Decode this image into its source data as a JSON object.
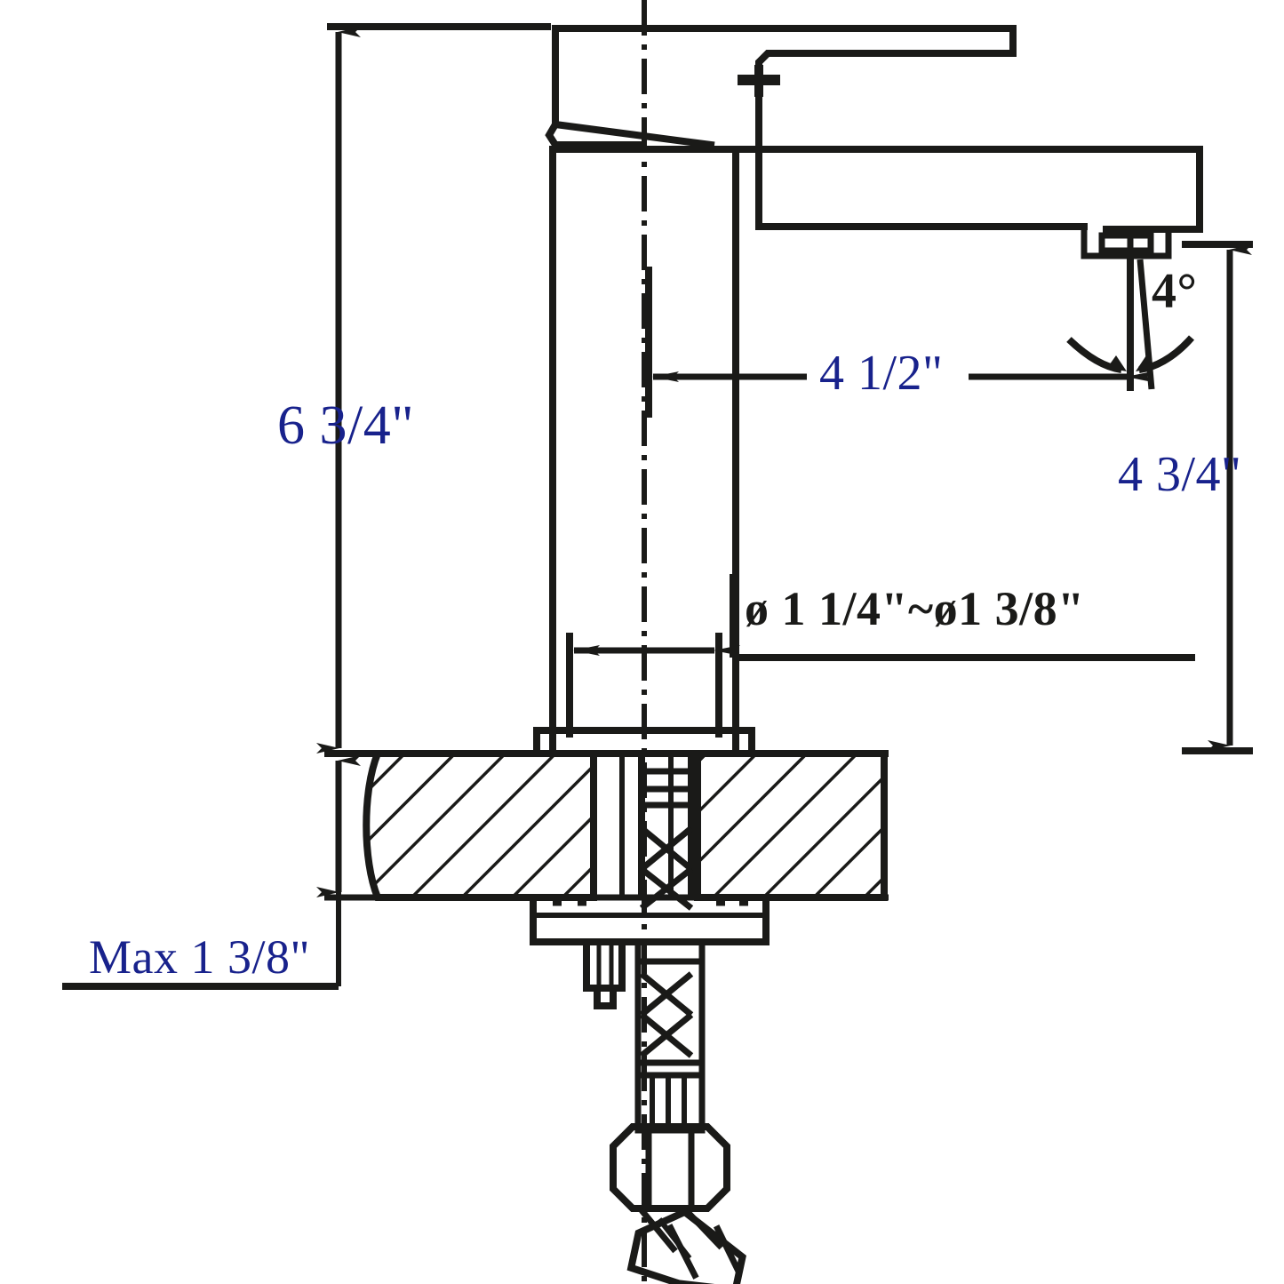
{
  "drawing": {
    "title": "Bathroom faucet dimension drawing",
    "type": "technical-line-drawing",
    "background_color": "#ffffff",
    "line_color": "#1a1a18",
    "dimension_text_color": "#18228c",
    "angle_text_color": "#1a1a18"
  },
  "dimensions": {
    "overall_height": {
      "value": "6  3/4\"",
      "number": "6",
      "fraction": "3/4\"",
      "semantic": "overall-faucet-height-above-counter",
      "orientation": "vertical",
      "color": "#18228c"
    },
    "spout_reach": {
      "value": "4  1/2\"",
      "number": "4",
      "fraction": "1/2\"",
      "semantic": "spout-reach-from-centerline",
      "orientation": "horizontal",
      "color": "#18228c"
    },
    "spout_height": {
      "value": "4  3/4\"",
      "number": "4",
      "fraction": "3/4\"",
      "semantic": "spout-outlet-height-above-counter",
      "orientation": "vertical",
      "color": "#18228c"
    },
    "aerator_angle": {
      "value": "4°",
      "semantic": "aerator-stream-angle",
      "color": "#1a1a18"
    },
    "mounting_hole_diameter": {
      "value": "ø 1  1/4\"~ø1  3/8\"",
      "min": "ø 1 1/4\"",
      "max": "ø1 3/8\"",
      "semantic": "mounting-hole-diameter-range",
      "color": "#1a1a18"
    },
    "max_counter_thickness": {
      "value": "Max 1 3/8\"",
      "semantic": "maximum-countertop-thickness",
      "color": "#18228c"
    }
  },
  "parts": {
    "handle": "lever-handle",
    "body": "square-riser-body",
    "spout": "square-spout-arm",
    "aerator": "aerator-outlet",
    "escutcheon": "mounting-base-flange",
    "countertop": "hatched-countertop-section",
    "shank": "threaded-shank",
    "mounting_nut": "mounting-nut",
    "supply_hose": "braided-supply-hose",
    "hex_nut": "hex-coupling-nut",
    "angle_fitting": "angled-hex-fitting"
  }
}
